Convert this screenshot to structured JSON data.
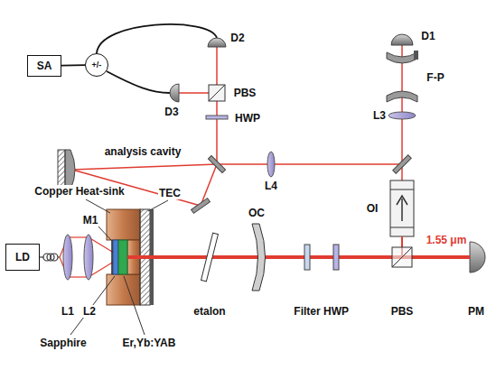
{
  "diagram": {
    "nodes": [
      {
        "text": [
          "SA"
        ]
      },
      {
        "text": [
          "+/-"
        ]
      },
      {
        "text": [
          "LD"
        ]
      }
    ],
    "edges": [
      {
        "from": 0,
        "to": 1,
        "arrow": "none"
      }
    ],
    "labels": [
      "D2",
      "D3",
      "PBS",
      "HWP",
      "D1",
      "F-P",
      "L3",
      "analysis cavity",
      "L4",
      "OI",
      "1.55 μm",
      "Copper Heat-sink",
      "TEC",
      "M1",
      "L1",
      "L2",
      "etalon",
      "OC",
      "Filter",
      "HWP",
      "PBS",
      "PM",
      "Sapphire",
      "Er,Yb:YAB"
    ]
  }
}
